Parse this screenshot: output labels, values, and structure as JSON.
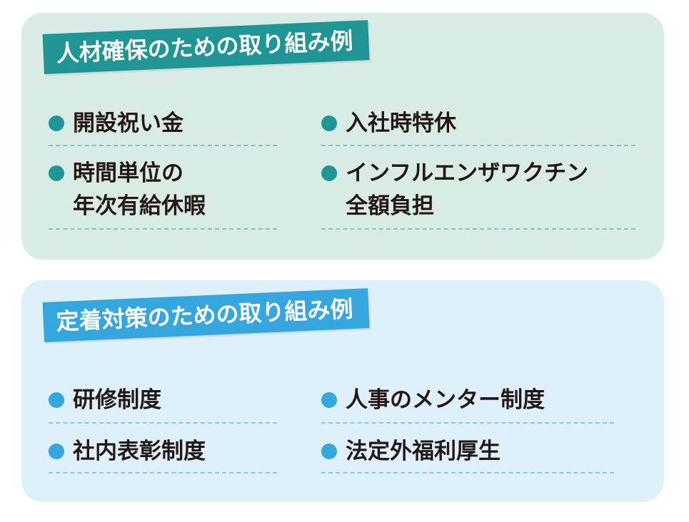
{
  "sections": [
    {
      "title": "人材確保のための取り組み例",
      "color": "#1f9595",
      "items": [
        {
          "lines": [
            "開設祝い金"
          ]
        },
        {
          "lines": [
            "入社時特休"
          ]
        },
        {
          "lines": [
            "時間単位の",
            "年次有給休暇"
          ]
        },
        {
          "lines": [
            "インフルエンザワクチン",
            "全額負担"
          ]
        }
      ]
    },
    {
      "title": "定着対策のための取り組み例",
      "color": "#36a6de",
      "items": [
        {
          "lines": [
            "研修制度"
          ]
        },
        {
          "lines": [
            "人事のメンター制度"
          ]
        },
        {
          "lines": [
            "社内表彰制度"
          ]
        },
        {
          "lines": [
            "法定外福利厚生"
          ]
        }
      ]
    }
  ]
}
